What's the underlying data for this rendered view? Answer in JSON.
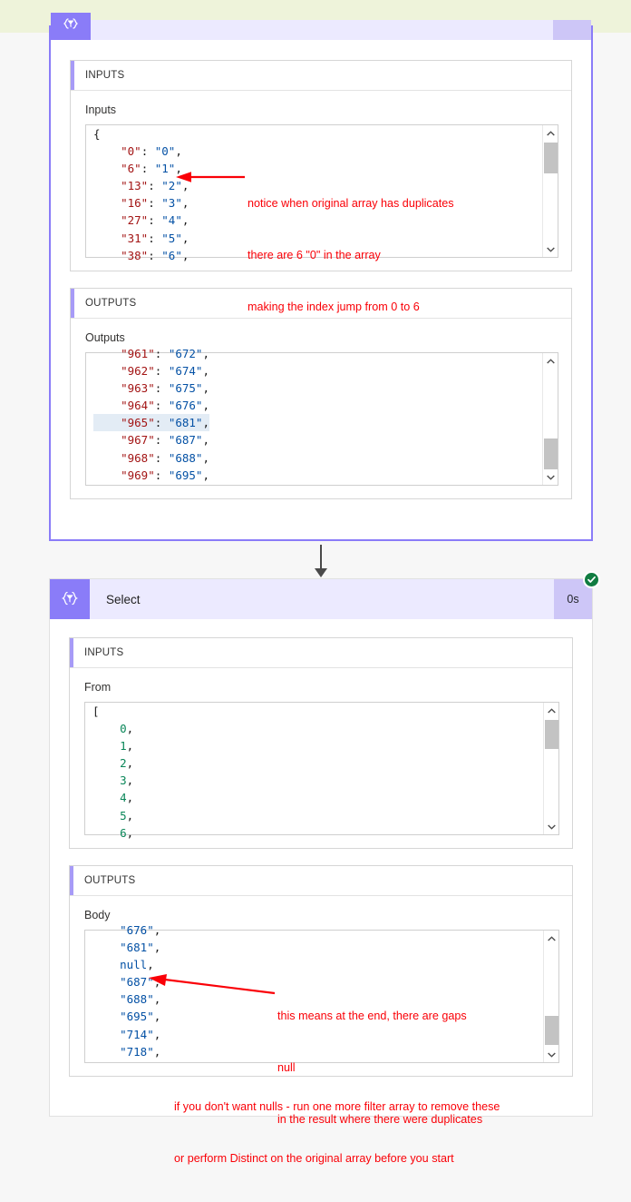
{
  "page": {
    "background": "#f7f7f7",
    "top_strip_color": "#eef3da",
    "accent_purple": "#8a7cf8",
    "annotation_color": "#fa0007",
    "success_color": "#107c41"
  },
  "cards": [
    {
      "id": "filter-array-card",
      "title": "",
      "duration": "",
      "icon": "braces-filter-icon",
      "selected": true,
      "clipped_top": true,
      "sections": [
        {
          "header": "INPUTS",
          "field_label": "Inputs",
          "code_name": "inputs-code",
          "scroll_position": "top",
          "lines": [
            {
              "type": "punc",
              "text": "{"
            },
            {
              "type": "pair",
              "indent": 1,
              "key": "\"0\"",
              "value": "\"0\"",
              "value_kind": "str",
              "comma": true
            },
            {
              "type": "pair",
              "indent": 1,
              "key": "\"6\"",
              "value": "\"1\"",
              "value_kind": "str",
              "comma": true
            },
            {
              "type": "pair",
              "indent": 1,
              "key": "\"13\"",
              "value": "\"2\"",
              "value_kind": "str",
              "comma": true
            },
            {
              "type": "pair",
              "indent": 1,
              "key": "\"16\"",
              "value": "\"3\"",
              "value_kind": "str",
              "comma": true
            },
            {
              "type": "pair",
              "indent": 1,
              "key": "\"27\"",
              "value": "\"4\"",
              "value_kind": "str",
              "comma": true
            },
            {
              "type": "pair",
              "indent": 1,
              "key": "\"31\"",
              "value": "\"5\"",
              "value_kind": "str",
              "comma": true
            },
            {
              "type": "pair",
              "indent": 1,
              "key": "\"38\"",
              "value": "\"6\"",
              "value_kind": "str",
              "comma": true
            }
          ]
        },
        {
          "header": "OUTPUTS",
          "field_label": "Outputs",
          "code_name": "outputs-code",
          "scroll_position": "bottom",
          "lines": [
            {
              "type": "pair",
              "indent": 1,
              "key": "\"961\"",
              "value": "\"672\"",
              "value_kind": "str",
              "comma": true
            },
            {
              "type": "pair",
              "indent": 1,
              "key": "\"962\"",
              "value": "\"674\"",
              "value_kind": "str",
              "comma": true
            },
            {
              "type": "pair",
              "indent": 1,
              "key": "\"963\"",
              "value": "\"675\"",
              "value_kind": "str",
              "comma": true
            },
            {
              "type": "pair",
              "indent": 1,
              "key": "\"964\"",
              "value": "\"676\"",
              "value_kind": "str",
              "comma": true
            },
            {
              "type": "pair",
              "indent": 1,
              "key": "\"965\"",
              "value": "\"681\"",
              "value_kind": "str",
              "comma": true,
              "highlight": true
            },
            {
              "type": "pair",
              "indent": 1,
              "key": "\"967\"",
              "value": "\"687\"",
              "value_kind": "str",
              "comma": true
            },
            {
              "type": "pair",
              "indent": 1,
              "key": "\"968\"",
              "value": "\"688\"",
              "value_kind": "str",
              "comma": true
            },
            {
              "type": "pair",
              "indent": 1,
              "key": "\"969\"",
              "value": "\"695\"",
              "value_kind": "str",
              "comma": true
            }
          ]
        }
      ]
    },
    {
      "id": "select-card",
      "title": "Select",
      "duration": "0s",
      "icon": "braces-filter-icon",
      "status": "succeeded",
      "status_glyph": "check-icon",
      "selected": false,
      "clipped_top": false,
      "sections": [
        {
          "header": "INPUTS",
          "field_label": "From",
          "code_name": "from-code",
          "scroll_position": "top",
          "lines": [
            {
              "type": "punc",
              "text": "["
            },
            {
              "type": "item",
              "indent": 1,
              "value": "0",
              "value_kind": "num",
              "comma": true
            },
            {
              "type": "item",
              "indent": 1,
              "value": "1",
              "value_kind": "num",
              "comma": true
            },
            {
              "type": "item",
              "indent": 1,
              "value": "2",
              "value_kind": "num",
              "comma": true
            },
            {
              "type": "item",
              "indent": 1,
              "value": "3",
              "value_kind": "num",
              "comma": true
            },
            {
              "type": "item",
              "indent": 1,
              "value": "4",
              "value_kind": "num",
              "comma": true
            },
            {
              "type": "item",
              "indent": 1,
              "value": "5",
              "value_kind": "num",
              "comma": true
            },
            {
              "type": "item",
              "indent": 1,
              "value": "6",
              "value_kind": "num",
              "comma": true
            }
          ]
        },
        {
          "header": "OUTPUTS",
          "field_label": "Body",
          "code_name": "body-code",
          "scroll_position": "bottom",
          "lines": [
            {
              "type": "item",
              "indent": 1,
              "value": "\"676\"",
              "value_kind": "str",
              "comma": true
            },
            {
              "type": "item",
              "indent": 1,
              "value": "\"681\"",
              "value_kind": "str",
              "comma": true
            },
            {
              "type": "item",
              "indent": 1,
              "value": "null",
              "value_kind": "null",
              "comma": true
            },
            {
              "type": "item",
              "indent": 1,
              "value": "\"687\"",
              "value_kind": "str",
              "comma": true
            },
            {
              "type": "item",
              "indent": 1,
              "value": "\"688\"",
              "value_kind": "str",
              "comma": true
            },
            {
              "type": "item",
              "indent": 1,
              "value": "\"695\"",
              "value_kind": "str",
              "comma": true
            },
            {
              "type": "item",
              "indent": 1,
              "value": "\"714\"",
              "value_kind": "str",
              "comma": true
            },
            {
              "type": "item",
              "indent": 1,
              "value": "\"718\"",
              "value_kind": "str",
              "comma": true
            }
          ]
        }
      ]
    }
  ],
  "annotations": [
    {
      "id": "annotation-duplicates",
      "lines": [
        "notice when original array has duplicates",
        "there are 6 \"0\" in the array",
        "making the index jump from 0 to 6"
      ]
    },
    {
      "id": "annotation-gaps",
      "lines": [
        "this means at the end, there are gaps",
        "null",
        "in the result where there were duplicates"
      ]
    },
    {
      "id": "annotation-fix",
      "lines": [
        "if you don't want nulls - run one more filter array to remove these",
        "or perform Distinct on the original array before you start"
      ]
    }
  ]
}
